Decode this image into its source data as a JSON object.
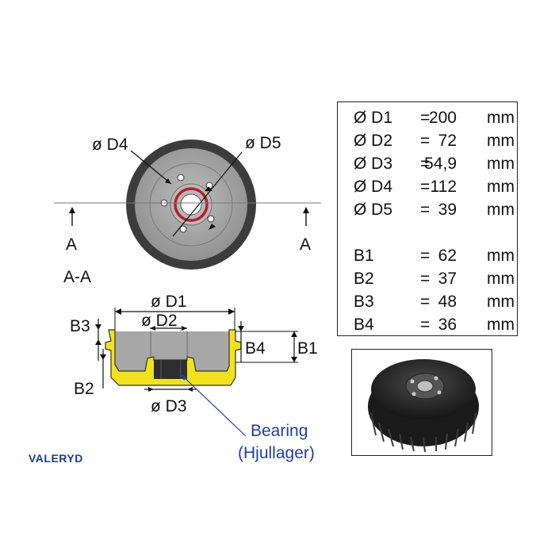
{
  "labels": {
    "d4": "ø D4",
    "d5": "ø D5",
    "section_left": "A",
    "section_right": "A",
    "section_title": "A-A",
    "d1": "ø D1",
    "d2": "ø D2",
    "d3": "ø D3",
    "b1": "B1",
    "b2": "B2",
    "b3": "B3",
    "b4": "B4",
    "bearing_line1": "Bearing",
    "bearing_line2": "(Hjullager)"
  },
  "specs": [
    {
      "label": "Ø D1",
      "eq": "=",
      "value": "200",
      "unit": "mm"
    },
    {
      "label": "Ø D2",
      "eq": "=",
      "value": "72",
      "unit": "mm"
    },
    {
      "label": "Ø D3",
      "eq": "=",
      "value": "54,9",
      "unit": "mm"
    },
    {
      "label": "Ø D4",
      "eq": "=",
      "value": "112",
      "unit": "mm"
    },
    {
      "label": "Ø D5",
      "eq": "=",
      "value": "39",
      "unit": "mm"
    },
    {
      "label": "B1",
      "eq": "=",
      "value": "62",
      "unit": "mm"
    },
    {
      "label": "B2",
      "eq": "=",
      "value": "37",
      "unit": "mm"
    },
    {
      "label": "B3",
      "eq": "=",
      "value": "48",
      "unit": "mm"
    },
    {
      "label": "B4",
      "eq": "=",
      "value": "36",
      "unit": "mm"
    }
  ],
  "brand": "VALERYD",
  "colors": {
    "drum_outer": "#3c3c3c",
    "drum_face": "#a9a9a9",
    "section_fill": "#f2e21a",
    "bearing_fill": "#2e2e2e",
    "bolt_circle": "#b5202a",
    "bearing_text": "#1c3fa8",
    "brand": "#1d3a8f"
  }
}
